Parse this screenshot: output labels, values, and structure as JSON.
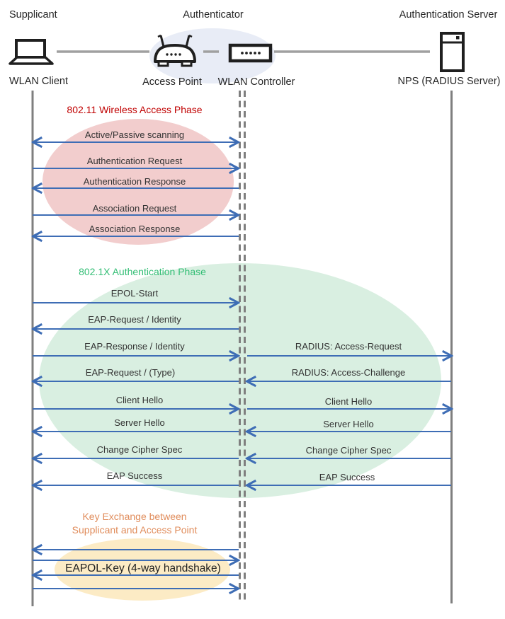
{
  "header": {
    "roles": {
      "supplicant": "Supplicant",
      "authenticator": "Authenticator",
      "authentication_server": "Authentication Server"
    },
    "nodes": {
      "wlan_client": {
        "label": "WLAN Client",
        "icon": "laptop-icon"
      },
      "access_point": {
        "label": "Access Point",
        "icon": "access-point-icon"
      },
      "wlan_controller": {
        "label": "WLAN Controller",
        "icon": "wlan-controller-icon"
      },
      "nps": {
        "label": "NPS (RADIUS Server)",
        "icon": "server-icon"
      }
    }
  },
  "phases": {
    "phase1": {
      "title": "802.11 Wireless Access Phase",
      "color": "#C00000",
      "ellipse_color": "#F2CDCD"
    },
    "phase2": {
      "title": "802.1X Authentication Phase",
      "color": "#33BE75",
      "ellipse_color": "#D9EFE1"
    },
    "phase3": {
      "title_line1": "Key Exchange between",
      "title_line2": "Supplicant and Access Point",
      "color": "#E08C5B",
      "ellipse_color": "#FCEBC5"
    }
  },
  "messages": [
    {
      "label": "Active/Passive scanning",
      "direction": "both",
      "segment": "client-controller"
    },
    {
      "label": "Authentication Request",
      "direction": "right",
      "segment": "client-controller"
    },
    {
      "label": "Authentication Response",
      "direction": "left",
      "segment": "client-controller"
    },
    {
      "label": "Association Request",
      "direction": "right",
      "segment": "client-controller"
    },
    {
      "label": "Association Response",
      "direction": "left",
      "segment": "client-controller"
    },
    {
      "label": "EPOL-Start",
      "direction": "right",
      "segment": "client-controller"
    },
    {
      "label": "EAP-Request / Identity",
      "direction": "left",
      "segment": "client-controller"
    },
    {
      "label": "EAP-Response / Identity",
      "direction": "right",
      "segment": "client-controller"
    },
    {
      "label": "RADIUS: Access-Request",
      "direction": "right",
      "segment": "controller-server"
    },
    {
      "label": "EAP-Request / (Type)",
      "direction": "left",
      "segment": "client-controller"
    },
    {
      "label": "RADIUS: Access-Challenge",
      "direction": "left",
      "segment": "controller-server"
    },
    {
      "label": "Client Hello",
      "direction": "right",
      "segment": "client-controller"
    },
    {
      "label": "Client Hello",
      "direction": "right",
      "segment": "controller-server"
    },
    {
      "label": "Server Hello",
      "direction": "left",
      "segment": "client-controller"
    },
    {
      "label": "Server Hello",
      "direction": "left",
      "segment": "controller-server"
    },
    {
      "label": "Change Cipher Spec",
      "direction": "left",
      "segment": "client-controller"
    },
    {
      "label": "Change Cipher Spec",
      "direction": "left",
      "segment": "controller-server"
    },
    {
      "label": "EAP Success",
      "direction": "left",
      "segment": "client-controller"
    },
    {
      "label": "EAP Success",
      "direction": "left",
      "segment": "controller-server"
    },
    {
      "label": "EAPOL-Key (4-way handshake)",
      "direction": "both",
      "segment": "client-controller",
      "arrows": [
        "left",
        "right",
        "left",
        "right"
      ]
    }
  ],
  "colors": {
    "arrow_blue": "#3E6DB5",
    "lifeline_gray": "#7F7F7F",
    "connector_gray": "#A0A0A0",
    "header_ellipse": "#E8ECF6"
  }
}
